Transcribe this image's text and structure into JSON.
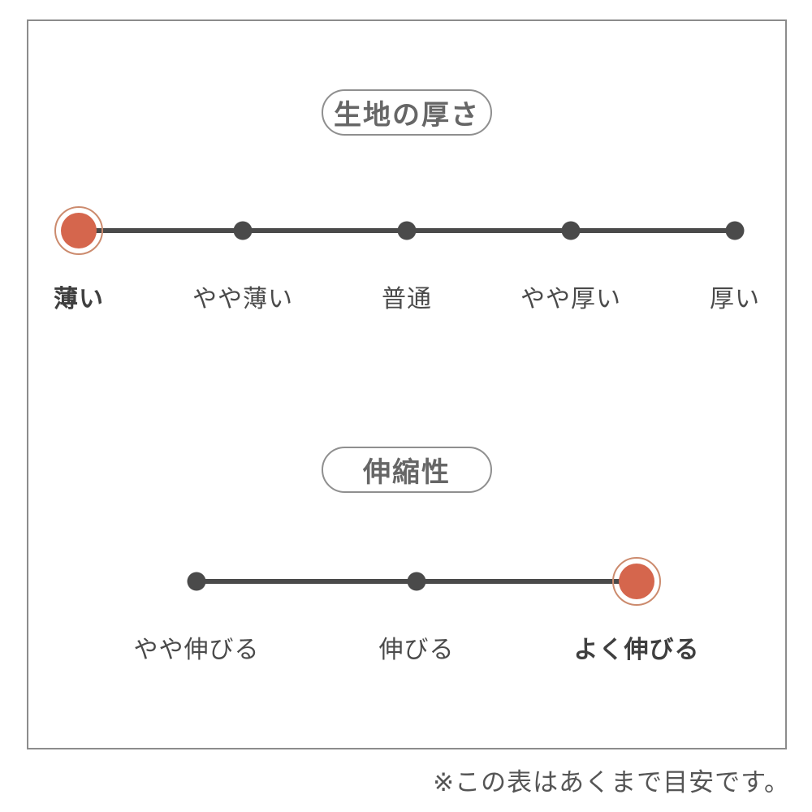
{
  "chart_data": [
    {
      "type": "scatter",
      "title": "生地の厚さ",
      "categories": [
        "薄い",
        "やや薄い",
        "普通",
        "やや厚い",
        "厚い"
      ],
      "selected_index": 0,
      "selected_label": "薄い",
      "legend_position": "none",
      "grid": false
    },
    {
      "type": "scatter",
      "title": "伸縮性",
      "categories": [
        "やや伸びる",
        "伸びる",
        "よく伸びる"
      ],
      "selected_index": 2,
      "selected_label": "よく伸びる",
      "legend_position": "none",
      "grid": false
    }
  ],
  "scales": [
    {
      "title": "生地の厚さ",
      "options": [
        {
          "label": "薄い",
          "selected": true
        },
        {
          "label": "やや薄い",
          "selected": false
        },
        {
          "label": "普通",
          "selected": false
        },
        {
          "label": "やや厚い",
          "selected": false
        },
        {
          "label": "厚い",
          "selected": false
        }
      ]
    },
    {
      "title": "伸縮性",
      "options": [
        {
          "label": "やや伸びる",
          "selected": false
        },
        {
          "label": "伸びる",
          "selected": false
        },
        {
          "label": "よく伸びる",
          "selected": true
        }
      ]
    }
  ],
  "footer": {
    "note": "※この表はあくまで目安です。"
  },
  "colors": {
    "accent": "#d5664d",
    "accent_ring": "#cc8b6e",
    "track": "#4a4a4a",
    "label_text": "#4a4a4a",
    "title_text": "#666666",
    "frame_border": "#8c8c8c",
    "background": "#ffffff"
  }
}
